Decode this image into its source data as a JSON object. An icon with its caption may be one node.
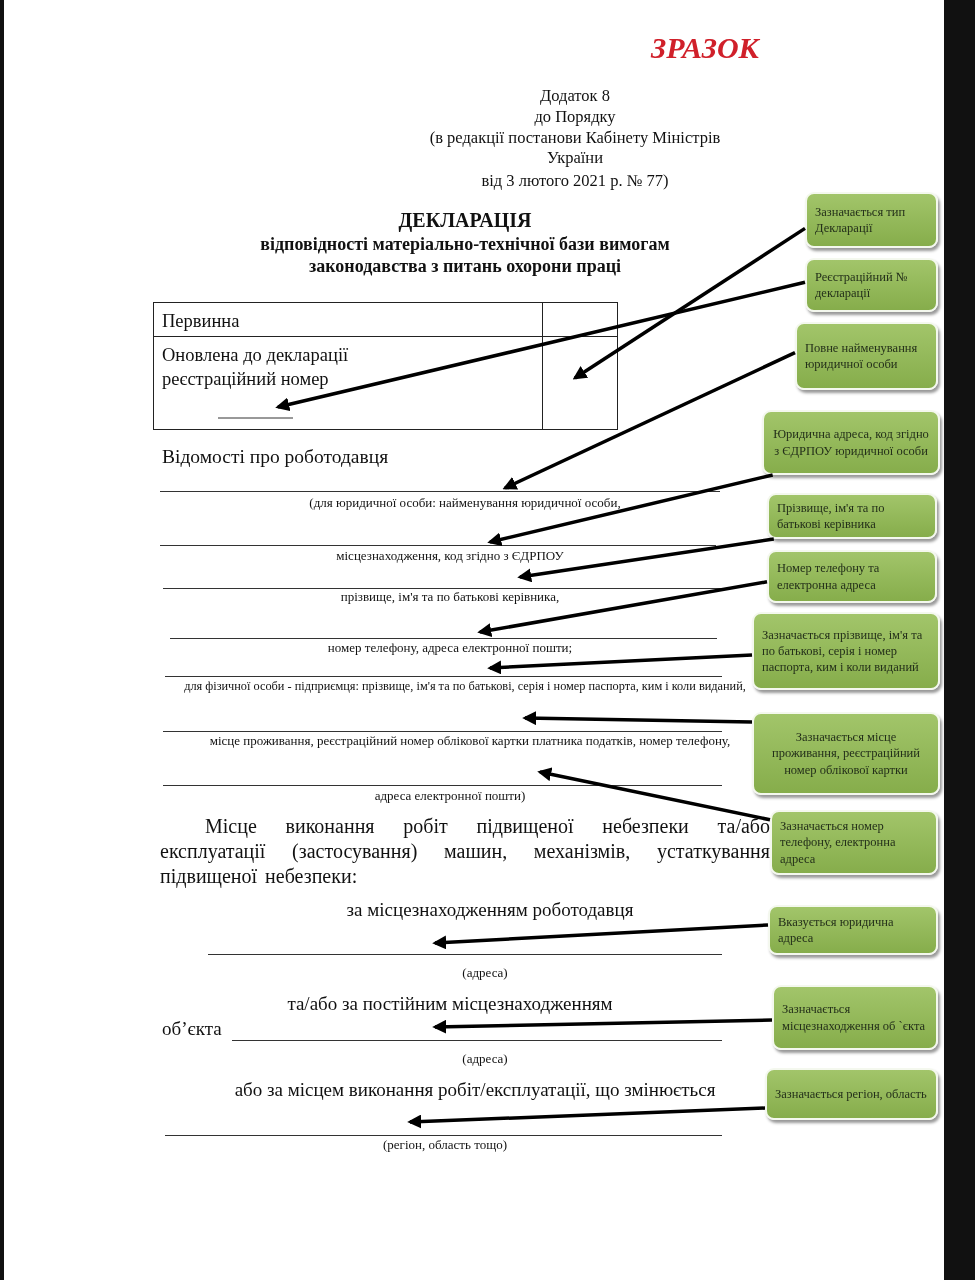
{
  "diagram": {
    "title": "ДЕКЛАРАЦІЯ",
    "nodes": [
      {
        "text": [
          "Зазначається тип Декларації"
        ]
      },
      {
        "text": [
          "Реєстраційний № декларації"
        ]
      },
      {
        "text": [
          "Повне найменування юридичної особи"
        ]
      },
      {
        "text": [
          "Юридична адреса, код згідно з ЄДРПОУ юридичної особи"
        ]
      },
      {
        "text": [
          "Прізвище, ім'я та по батькові керівника"
        ]
      },
      {
        "text": [
          "Номер телефону та електронна адреса"
        ]
      },
      {
        "text": [
          "Зазначається прізвище, ім'я та по батькові, серія і номер паспорта, ким і коли виданий"
        ]
      },
      {
        "text": [
          "Зазначається місце проживання, реєстраційний номер облікової картки"
        ]
      },
      {
        "text": [
          "Зазначається номер телефону, електронна адреса"
        ]
      },
      {
        "text": [
          "Вказується юридична адреса"
        ]
      },
      {
        "text": [
          "Зазначається місцезнаходження об `єкта"
        ]
      },
      {
        "text": [
          "Зазначається регіон, область"
        ]
      },
      {
        "text": [
          "Первинна"
        ]
      },
      {
        "text": [],
        "shape": "box"
      },
      {
        "text": [
          "Оновлена до декларації реєстраційний номер"
        ]
      },
      {
        "text": [],
        "shape": "box"
      },
      {
        "text": [],
        "shape": "line"
      },
      {
        "text": [],
        "shape": "line"
      },
      {
        "text": [],
        "shape": "line"
      },
      {
        "text": [],
        "shape": "line"
      },
      {
        "text": [],
        "shape": "line"
      },
      {
        "text": [],
        "shape": "line"
      },
      {
        "text": [],
        "shape": "line"
      },
      {
        "text": [],
        "shape": "line"
      },
      {
        "text": [],
        "shape": "line"
      },
      {
        "text": [],
        "shape": "line"
      }
    ],
    "edges": [
      {
        "from": 0,
        "to": 15,
        "arrow": "to"
      },
      {
        "from": 1,
        "to": 14,
        "arrow": "to"
      },
      {
        "from": 2,
        "to": 16,
        "arrow": "to"
      },
      {
        "from": 3,
        "to": 17,
        "arrow": "to"
      },
      {
        "from": 4,
        "to": 18,
        "arrow": "to"
      },
      {
        "from": 5,
        "to": 19,
        "arrow": "to"
      },
      {
        "from": 6,
        "to": 20,
        "arrow": "to"
      },
      {
        "from": 7,
        "to": 21,
        "arrow": "to"
      },
      {
        "from": 8,
        "to": 22,
        "arrow": "to"
      },
      {
        "from": 9,
        "to": 23,
        "arrow": "to"
      },
      {
        "from": 10,
        "to": 24,
        "arrow": "to"
      },
      {
        "from": 11,
        "to": 25,
        "arrow": "to"
      }
    ],
    "labels": [
      "ЗРАЗОК",
      "Додаток 8",
      "до Порядку",
      "(в редакції постанови Кабінету Міністрів України",
      "від 3 лютого 2021 р. № 77)",
      "відповідності матеріально-технічної бази вимогам законодавства з питань охорони праці",
      "Відомості про роботодавця",
      "(для юридичної особи: найменування юридичної особи,",
      "місцезнаходження, код згідно з ЄДРПОУ",
      "прізвище, ім'я та по батькові керівника,",
      "номер телефону, адреса електронної пошти;",
      "для фізичної особи - підприємця: прізвище, ім'я та по батькові, серія і номер паспорта, ким і коли виданий,",
      "місце проживання, реєстраційний номер облікової картки платника податків, номер телефону,",
      "адреса електронної пошти)",
      "Місце виконання робіт підвищеної небезпеки та/або експлуатації (застосування) машин, механізмів, устаткування підвищеної небезпеки:",
      "за місцезнаходженням роботодавця",
      "(адреса)",
      "та/або за постійним місцезнаходженням",
      "об’єкта",
      "(адреса)",
      "або за місцем виконання робіт/експлуатації, що змінюється",
      "(регіон, область тощо)"
    ]
  }
}
